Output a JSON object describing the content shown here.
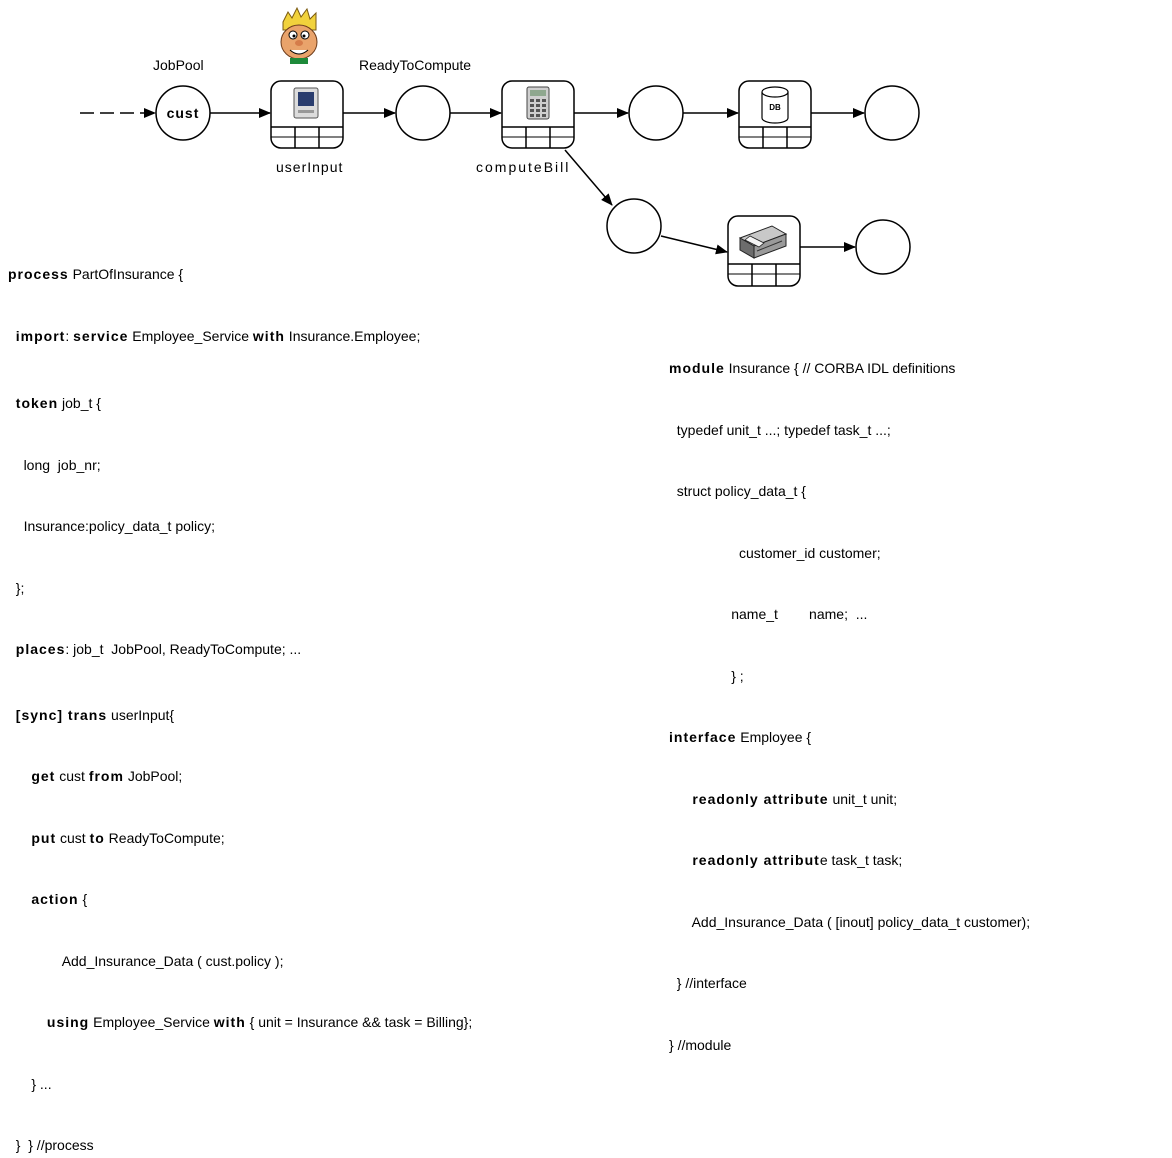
{
  "diagram": {
    "places": {
      "jobpool_label": "JobPool",
      "jobpool_token": "cust",
      "ready_label": "ReadyToCompute"
    },
    "transitions": {
      "user_input": "userInput",
      "compute_bill": "computeBill",
      "db_icon_text": "DB"
    }
  },
  "process_code": {
    "l1_kw": "process",
    "l1_rest": " PartOfInsurance {",
    "l2_kw1": "import",
    "l2_mid": ": ",
    "l2_kw2": "service",
    "l2_mid2": " Employee_Service ",
    "l2_kw3": "with",
    "l2_rest": " Insurance.Employee;",
    "l3_kw": "token",
    "l3_rest": " job_t {",
    "l4": "long  job_nr;",
    "l5": "Insurance:policy_data_t policy;",
    "l6": "};",
    "l7_kw": "places",
    "l7_rest": ": job_t  JobPool, ReadyToCompute; ...",
    "l8_kw": "[sync] trans",
    "l8_rest": " userInput{",
    "l9_kw1": "get",
    "l9_mid": " cust ",
    "l9_kw2": "from",
    "l9_rest": " JobPool;",
    "l10_kw1": "put",
    "l10_mid": " cust ",
    "l10_kw2": "to",
    "l10_rest": " ReadyToCompute;",
    "l11_kw": "action",
    "l11_rest": " {",
    "l12": "Add_Insurance_Data ( cust.policy );",
    "l13_kw1": "using",
    "l13_mid": " Employee_Service ",
    "l13_kw2": "with",
    "l13_rest": " { unit = Insurance && task = Billing};",
    "l14": "} ...",
    "l15": "}  } //process"
  },
  "idl_code": {
    "l1_kw": "module",
    "l1_rest": " Insurance { // CORBA IDL definitions",
    "l2": "typedef unit_t ...; typedef task_t ...;",
    "l3": "struct policy_data_t {",
    "l4": "customer_id customer;",
    "l5": "name_t        name;  ...",
    "l6": "} ;",
    "l7_kw": "interface",
    "l7_rest": " Employee {",
    "l8_kw": "readonly attribute",
    "l8_rest": " unit_t unit;",
    "l9_kw": "readonly attribut",
    "l9_rest": "e task_t task;",
    "l10": "Add_Insurance_Data ( [inout] policy_data_t customer);",
    "l11": "} //interface",
    "l12": "} //module"
  }
}
